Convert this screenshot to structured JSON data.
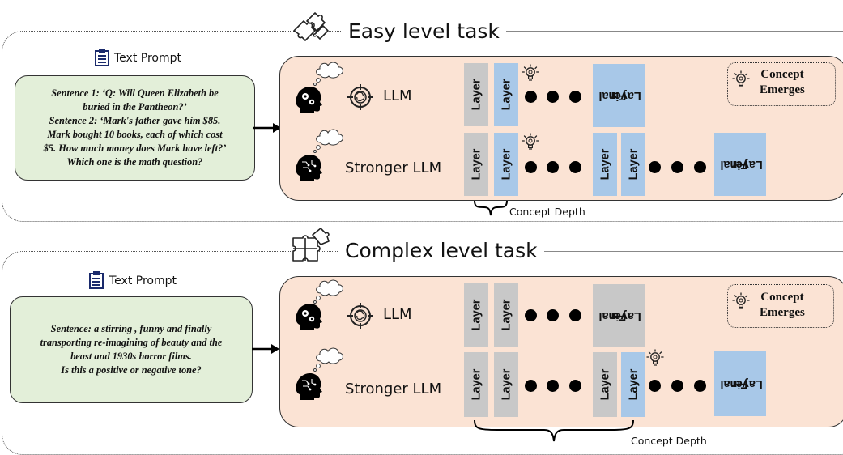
{
  "colors": {
    "panel_fill": "#fbe3d4",
    "prompt_fill": "#e3efd9",
    "layer_gray": "#c8c8c8",
    "layer_blue": "#a8c8e8"
  },
  "easy": {
    "title": "Easy level task",
    "prompt_label": "Text Prompt",
    "prompt_lines": [
      "Sentence 1: ‘Q: Will Queen Elizabeth be",
      "buried in the Pantheon?’",
      "Sentence 2: ‘Mark's father gave him $85.",
      "Mark bought 10 books, each of which cost",
      "$5. How much money does Mark have left?’",
      "Which one is the math question?"
    ],
    "model_llm": "LLM",
    "model_stronger": "Stronger LLM",
    "layer_label": "Layer",
    "final_layer_line1": "Final",
    "final_layer_line2": "Layer",
    "concept_emerges_line1": "Concept",
    "concept_emerges_line2": "Emerges",
    "concept_depth": "Concept Depth"
  },
  "complex": {
    "title": "Complex level task",
    "prompt_label": "Text Prompt",
    "prompt_lines": [
      "Sentence: a stirring , funny and finally",
      "transporting re-imagining of beauty and the",
      "beast and 1930s horror films.",
      "Is this a positive or negative tone?"
    ],
    "model_llm": "LLM",
    "model_stronger": "Stronger LLM",
    "layer_label": "Layer",
    "final_layer_line1": "Final",
    "final_layer_line2": "Layer",
    "concept_emerges_line1": "Concept",
    "concept_emerges_line2": "Emerges",
    "concept_depth": "Concept Depth"
  },
  "icons": [
    "puzzle-outline-icon",
    "puzzle-cube-icon",
    "clipboard-icon",
    "head-gears-icon",
    "head-circuit-icon",
    "thought-cloud-icon",
    "brain-target-icon",
    "lightbulb-icon",
    "arrow-right-icon",
    "curly-brace-icon"
  ]
}
